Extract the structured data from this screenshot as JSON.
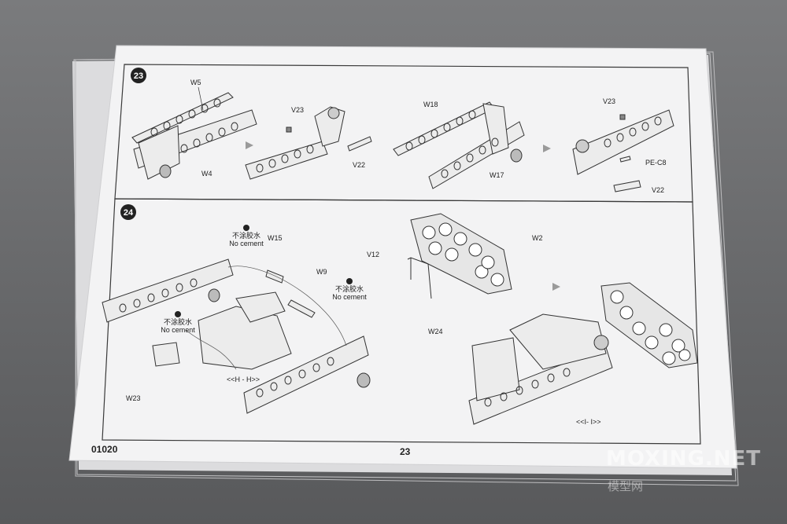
{
  "colors": {
    "backdrop": "#6e6f71",
    "paper": "#f2f2f3",
    "ink": "#222222"
  },
  "step23": {
    "number": "23",
    "labels": {
      "w5": "W5",
      "w4": "W4",
      "v23_a": "V23",
      "v22_a": "V22",
      "w18": "W18",
      "w17": "W17",
      "v23_b": "V23",
      "pe_c8": "PE-C8",
      "v22_b": "V22"
    }
  },
  "step24": {
    "number": "24",
    "labels": {
      "w15": "W15",
      "w9": "W9",
      "w23": "W23",
      "v12": "V12",
      "w2": "W2",
      "w24": "W24",
      "section_h": "<<H - H>>",
      "section_i": "<<I- I>>"
    },
    "no_cement": [
      {
        "cn": "不涂胶水",
        "en": "No cement"
      },
      {
        "cn": "不涂胶水",
        "en": "No cement"
      },
      {
        "cn": "不涂胶水",
        "en": "No cement"
      }
    ]
  },
  "footer": {
    "code": "01020",
    "page": "23"
  },
  "watermark": {
    "main": "MOXING.NET",
    "sub": "模型网"
  }
}
